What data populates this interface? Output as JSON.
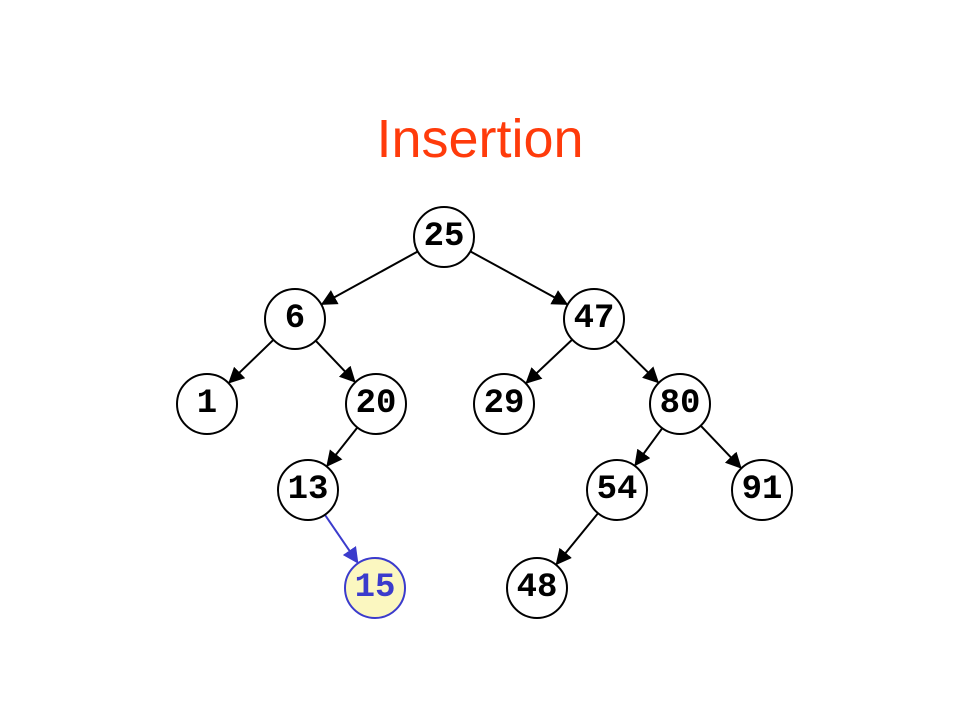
{
  "title": "Insertion",
  "colors": {
    "title": "#ff3b0b",
    "normal_stroke": "#000000",
    "normal_fill": "#ffffff",
    "inserted_stroke": "#3b3bcc",
    "inserted_fill": "#fbf7c0",
    "inserted_text": "#3b3bcc"
  },
  "tree": {
    "nodes": [
      {
        "id": "n25",
        "label": "25"
      },
      {
        "id": "n6",
        "label": "6"
      },
      {
        "id": "n47",
        "label": "47"
      },
      {
        "id": "n1",
        "label": "1"
      },
      {
        "id": "n20",
        "label": "20"
      },
      {
        "id": "n29",
        "label": "29"
      },
      {
        "id": "n80",
        "label": "80"
      },
      {
        "id": "n13",
        "label": "13"
      },
      {
        "id": "n54",
        "label": "54"
      },
      {
        "id": "n91",
        "label": "91"
      },
      {
        "id": "n15",
        "label": "15",
        "inserted": true
      },
      {
        "id": "n48",
        "label": "48"
      }
    ],
    "edges": [
      {
        "from": "n25",
        "to": "n6"
      },
      {
        "from": "n25",
        "to": "n47"
      },
      {
        "from": "n6",
        "to": "n1"
      },
      {
        "from": "n6",
        "to": "n20"
      },
      {
        "from": "n47",
        "to": "n29"
      },
      {
        "from": "n47",
        "to": "n80"
      },
      {
        "from": "n20",
        "to": "n13"
      },
      {
        "from": "n80",
        "to": "n54"
      },
      {
        "from": "n80",
        "to": "n91"
      },
      {
        "from": "n13",
        "to": "n15",
        "inserted": true
      },
      {
        "from": "n54",
        "to": "n48"
      }
    ]
  }
}
